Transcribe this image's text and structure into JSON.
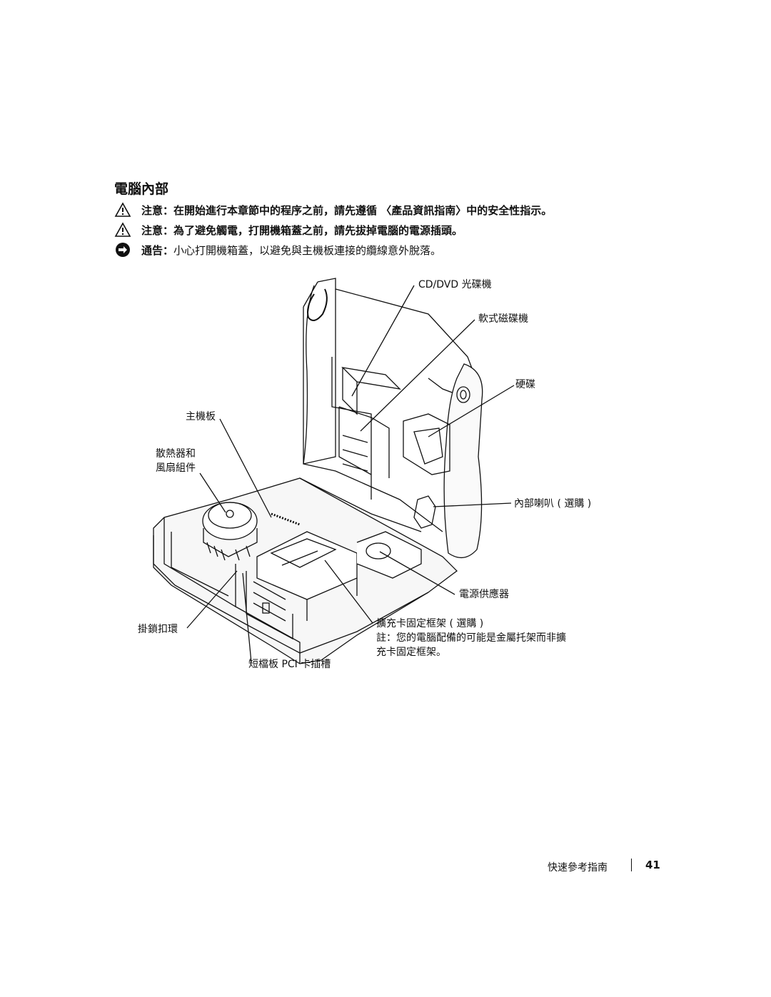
{
  "section_title": "電腦內部",
  "notices": [
    {
      "icon": "caution-triangle-icon",
      "lead": "注意：",
      "text": "在開始進行本章節中的程序之前，請先遵循 〈產品資訊指南〉中的安全性指示。",
      "bold": true
    },
    {
      "icon": "caution-triangle-icon",
      "lead": "注意：",
      "text": "為了避免觸電，打開機箱蓋之前，請先拔掉電腦的電源插頭。",
      "bold": true
    },
    {
      "icon": "notice-circle-icon",
      "lead": "通告：",
      "text": "小心打開機箱蓋，以避免與主機板連接的纜線意外脫落。",
      "bold": false
    }
  ],
  "figure_labels": {
    "cd_dvd": "CD/DVD 光碟機",
    "floppy": "軟式磁碟機",
    "hard_drive": "硬碟",
    "motherboard": "主機板",
    "heatsink_line1": "散熱器和",
    "heatsink_line2": "風扇組件",
    "speaker": "內部喇叭 ( 選購 )",
    "power_supply": "電源供應器",
    "card_cage": "擴充卡固定框架 ( 選購 )",
    "card_cage_note_line1": "註：您的電腦配備的可能是金屬托架而非擴",
    "card_cage_note_line2": "充卡固定框架。",
    "padlock_ring": "掛鎖扣環",
    "pci_slots": "短檔板 PCI 卡插槽"
  },
  "footer": {
    "guide_name": "快速參考指南",
    "page_number": "41"
  }
}
